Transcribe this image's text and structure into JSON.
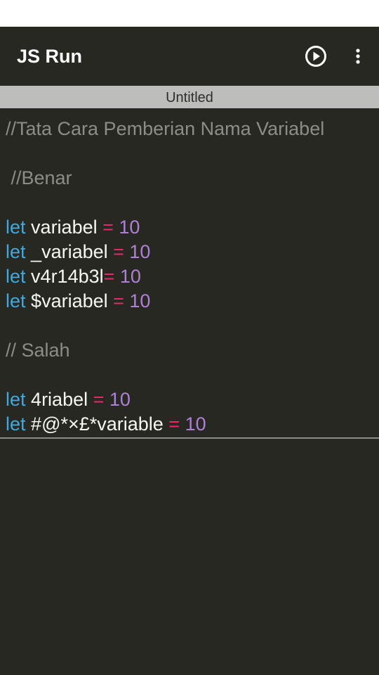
{
  "app": {
    "title": "JS Run",
    "run_icon": "play-circle-icon",
    "menu_icon": "more-vertical-icon"
  },
  "file_tab": {
    "name": "Untitled"
  },
  "colors": {
    "background": "#272822",
    "keyword": "#3fa9e2",
    "operator": "#e8286d",
    "number": "#ae81d6",
    "comment": "#8d8d88",
    "text": "#f8f8f2"
  },
  "code": {
    "comment_title": "//Tata Cara Pemberian Nama Variabel",
    "comment_benar": " //Benar",
    "comment_salah": "// Salah",
    "keyword": "let",
    "lines": [
      {
        "name": "variabel ",
        "op": "=",
        "value": " 10"
      },
      {
        "name": "_variabel ",
        "op": "=",
        "value": " 10"
      },
      {
        "name": "v4r14b3l",
        "op": "=",
        "value": " 10"
      },
      {
        "name": "$variabel ",
        "op": "=",
        "value": " 10"
      },
      {
        "name": "4riabel ",
        "op": "=",
        "value": " 10"
      },
      {
        "name": "#@*×£*variable ",
        "op": "=",
        "value": " 10"
      }
    ]
  }
}
